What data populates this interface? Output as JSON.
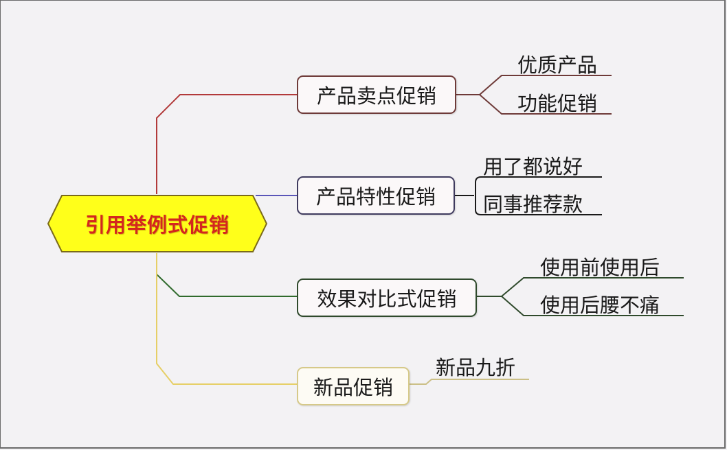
{
  "diagram": {
    "type": "mind-map",
    "root": {
      "label": "引用举例式促销",
      "fill": "#ffff1a",
      "text_color": "#d4261e"
    },
    "branches": [
      {
        "label": "产品卖点促销",
        "line_color": "#b23a3a",
        "children": [
          "优质产品",
          "功能促销"
        ]
      },
      {
        "label": "产品特性促销",
        "line_color": "#5a56b8",
        "children": [
          "用了都说好",
          "同事推荐款"
        ]
      },
      {
        "label": "效果对比式促销",
        "line_color": "#2f6a2c",
        "children": [
          "使用前使用后",
          "使用后腰不痛"
        ]
      },
      {
        "label": "新品促销",
        "line_color": "#e6cf66",
        "children": [
          "新品九折"
        ]
      }
    ]
  }
}
